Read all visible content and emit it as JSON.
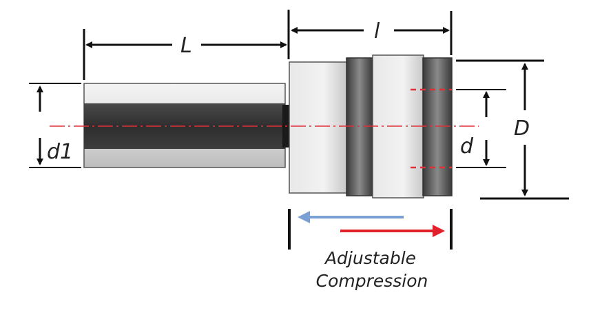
{
  "labels": {
    "overall_length": "L",
    "head_length": "l",
    "shank_diameter": "d1",
    "bore_diameter": "d",
    "outer_diameter": "D",
    "caption_line1": "Adjustable",
    "caption_line2": "Compression"
  },
  "colors": {
    "centerline": "#e0303a",
    "arrow_left": "#7aa0d4",
    "arrow_right": "#e0202a",
    "dimension": "#111111",
    "body_dark": "#333333",
    "body_light": "#d9d9d9"
  }
}
